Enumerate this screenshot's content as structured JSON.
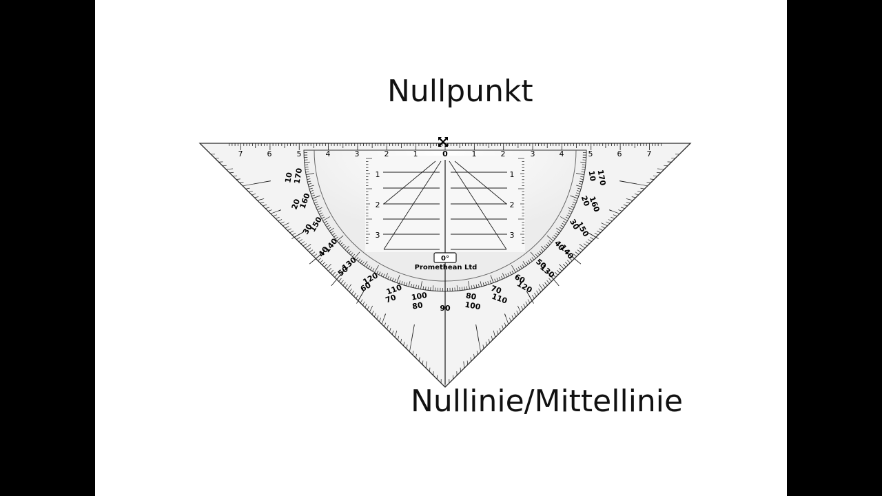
{
  "labels": {
    "zero_point": "Nullpunkt",
    "zero_line": "Nullinie/Mittellinie"
  },
  "ruler": {
    "left_numbers": [
      "7",
      "6",
      "5",
      "4",
      "3",
      "2",
      "1"
    ],
    "center_number": "0",
    "right_numbers": [
      "1",
      "2",
      "3",
      "4",
      "5",
      "6",
      "7"
    ],
    "side_scale_numbers": [
      "1",
      "2",
      "3"
    ],
    "zero_box_label": "0°",
    "brand": "Promethean Ltd"
  },
  "protractor": {
    "outer_labels": [
      "10",
      "20",
      "30",
      "40",
      "50",
      "60",
      "70",
      "80",
      "90",
      "100",
      "110",
      "120",
      "130",
      "140",
      "150",
      "160",
      "170"
    ],
    "inner_labels": [
      "170",
      "160",
      "150",
      "140",
      "130",
      "120",
      "110",
      "100",
      "80",
      "70",
      "60",
      "50",
      "40",
      "30",
      "20",
      "10"
    ]
  },
  "colors": {
    "ink": "#1a1a1a",
    "background": "#ffffff",
    "frame": "#000000"
  },
  "icons": {
    "cursor": "move-cursor-icon"
  }
}
